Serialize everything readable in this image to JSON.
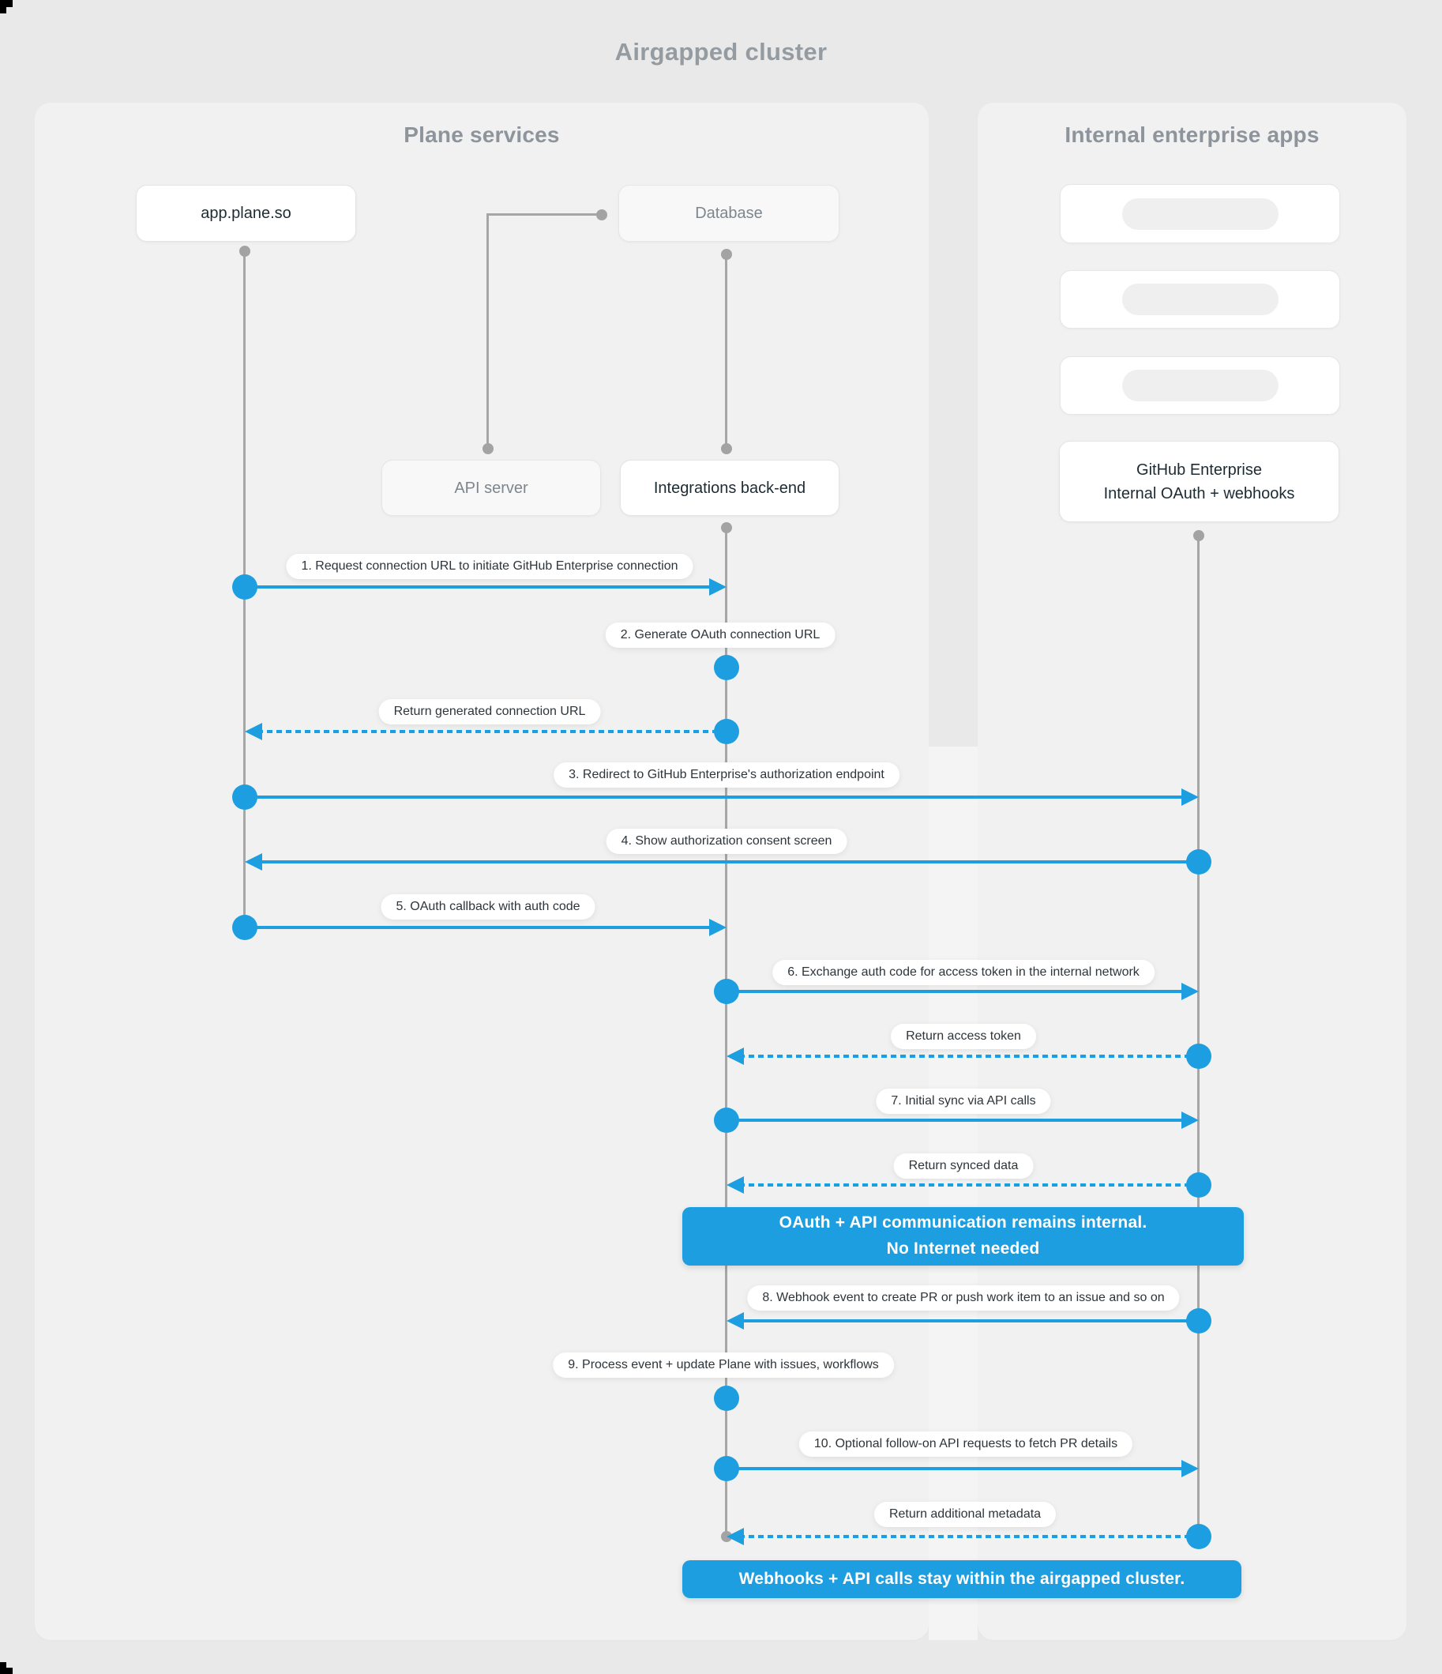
{
  "title": "Airgapped cluster",
  "panels": {
    "plane": "Plane services",
    "internal": "Internal enterprise apps"
  },
  "actors": {
    "app": "app.plane.so",
    "database": "Database",
    "api_server": "API server",
    "integrations": "Integrations back-end",
    "github_line1": "GitHub Enterprise",
    "github_line2": "Internal OAuth + webhooks"
  },
  "messages": [
    {
      "text": "1. Request connection URL to initiate GitHub Enterprise connection",
      "from": "app",
      "to": "integrations",
      "line": "solid"
    },
    {
      "text": "2. Generate OAuth connection URL",
      "kind": "self",
      "at": "integrations"
    },
    {
      "text": "Return generated connection URL",
      "from": "integrations",
      "to": "app",
      "line": "dashed"
    },
    {
      "text": "3. Redirect to GitHub Enterprise's authorization endpoint",
      "from": "app",
      "to": "github",
      "line": "solid"
    },
    {
      "text": "4. Show authorization consent screen",
      "from": "github",
      "to": "app",
      "line": "solid"
    },
    {
      "text": "5. OAuth callback with auth code",
      "from": "app",
      "to": "integrations",
      "line": "solid"
    },
    {
      "text": "6. Exchange auth code for access token in the internal network",
      "from": "integrations",
      "to": "github",
      "line": "solid"
    },
    {
      "text": "Return access token",
      "from": "github",
      "to": "integrations",
      "line": "dashed"
    },
    {
      "text": "7. Initial sync via API calls",
      "from": "integrations",
      "to": "github",
      "line": "solid"
    },
    {
      "text": "Return synced data",
      "from": "github",
      "to": "integrations",
      "line": "dashed"
    },
    {
      "text": "8. Webhook event to create PR  or push work item to an issue  and so on",
      "from": "github",
      "to": "integrations",
      "line": "solid"
    },
    {
      "text": "9. Process event + update Plane with issues, workflows",
      "kind": "self",
      "at": "integrations"
    },
    {
      "text": "10. Optional follow-on API requests to fetch PR details",
      "from": "integrations",
      "to": "github",
      "line": "solid"
    },
    {
      "text": "Return additional metadata",
      "from": "github",
      "to": "integrations",
      "line": "dashed"
    }
  ],
  "banners": [
    {
      "lines": [
        "OAuth + API communication remains internal.",
        "No Internet needed"
      ]
    },
    {
      "lines": [
        "Webhooks + API calls stay within the airgapped cluster."
      ]
    }
  ],
  "colors": {
    "accent_blue": "#1d9ee0",
    "page_bg": "#e9e9e9",
    "panel_bg": "#f1f1f1"
  }
}
